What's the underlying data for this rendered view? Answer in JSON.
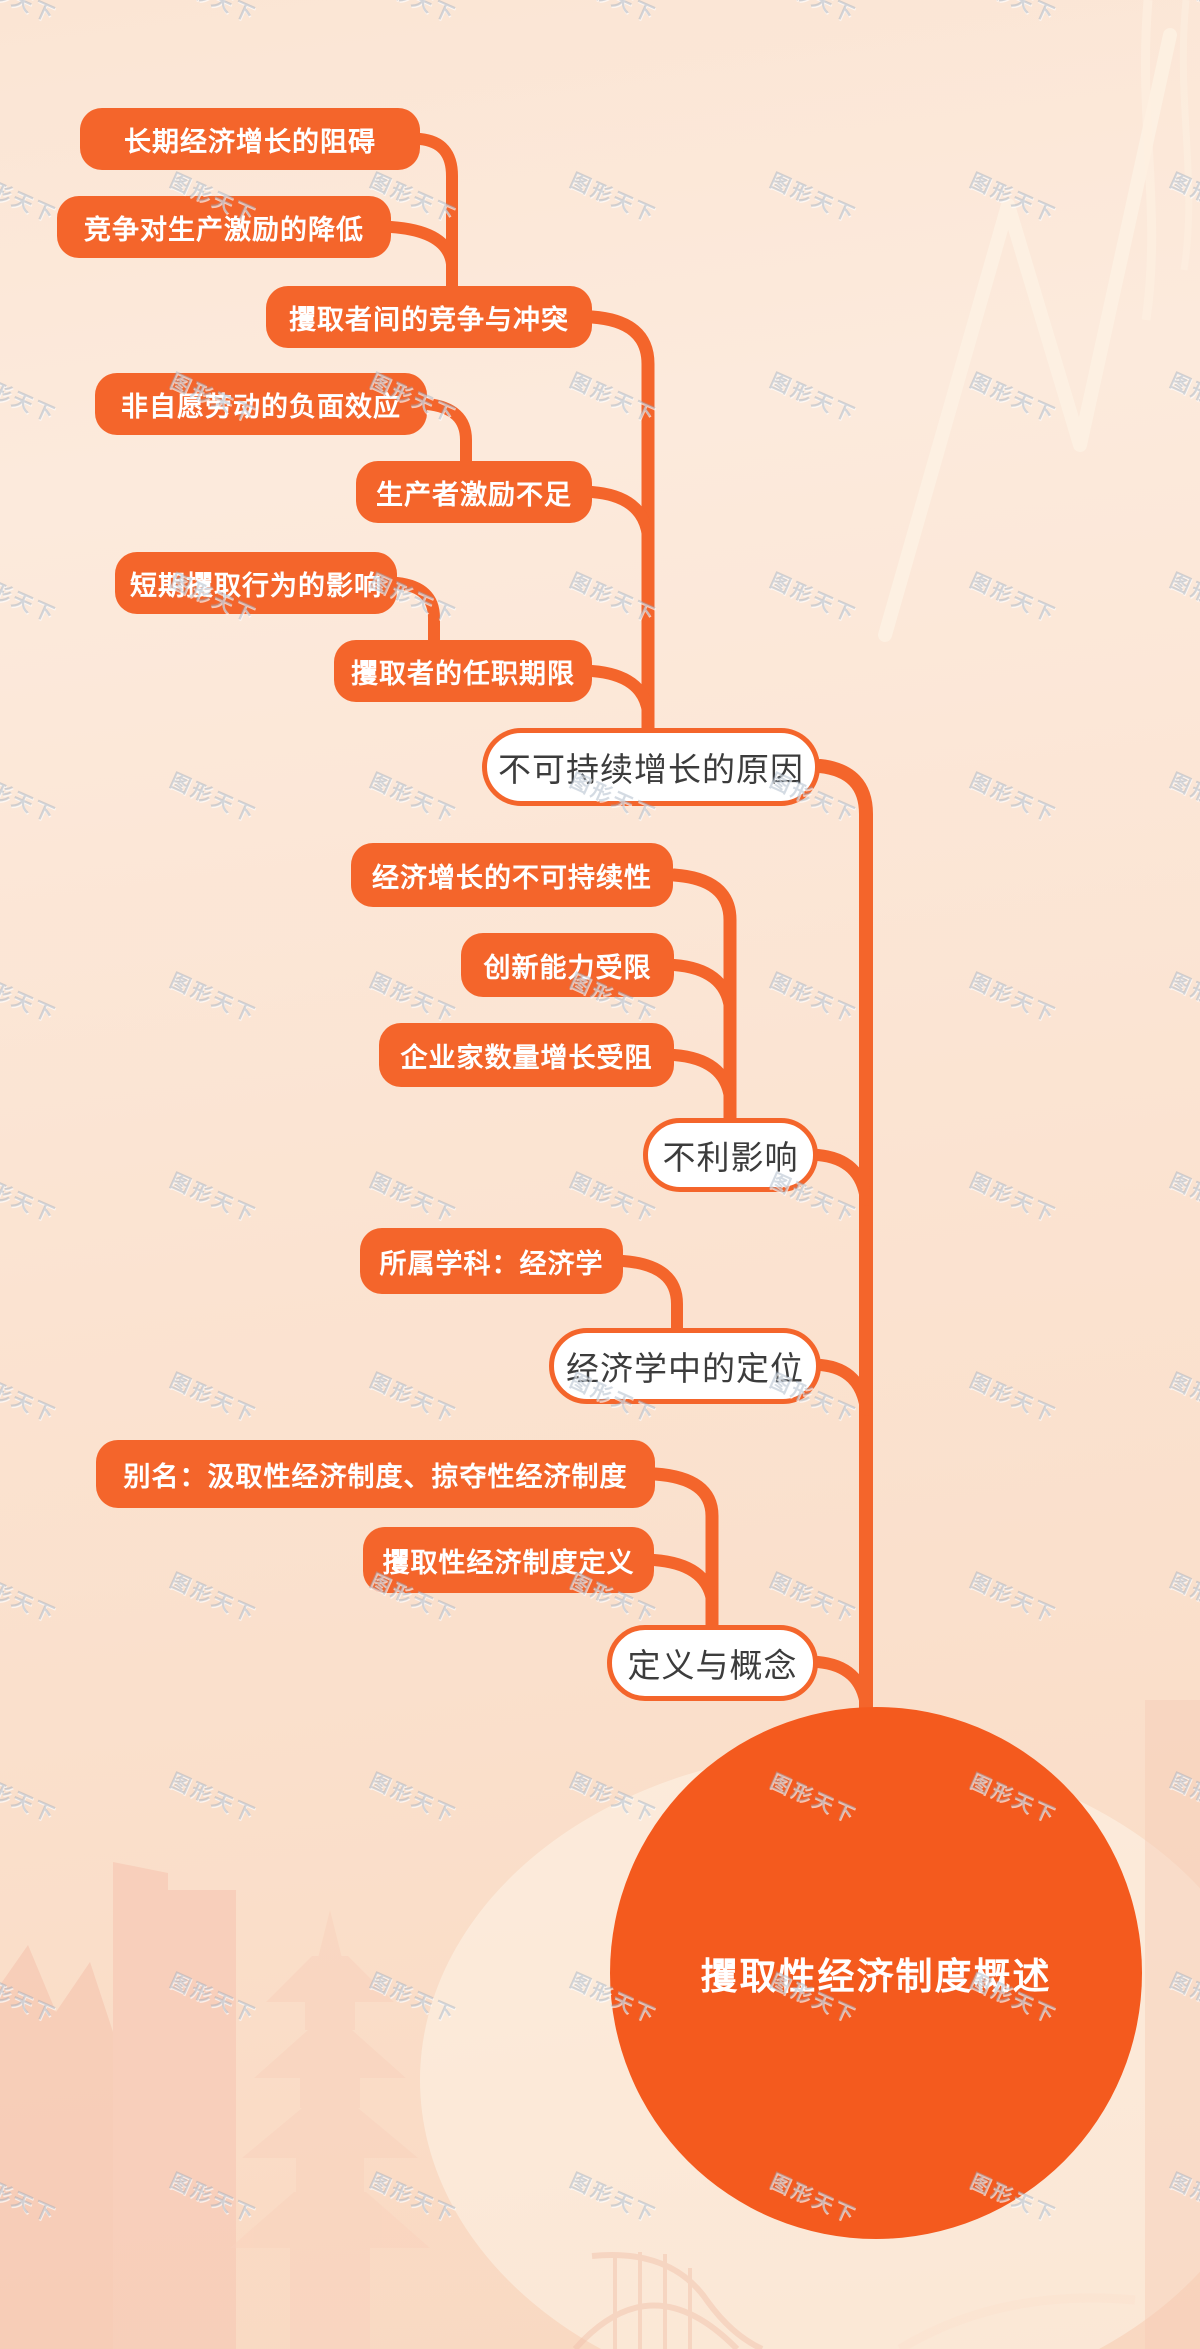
{
  "watermark": {
    "text": "图形天下"
  },
  "colors": {
    "accent": "#F4652B",
    "root_fill": "#F45A1E",
    "pill_text": "#3C3C3C",
    "background_top": "#FCEADC",
    "background_bottom": "#F9D8C1",
    "watermark": "#94A4BA"
  },
  "mindmap": {
    "root": {
      "label": "攫取性经济制度概述"
    },
    "branches": [
      {
        "label": "不可持续增长的原因",
        "children": [
          {
            "label": "攫取者间的竞争与冲突",
            "children": [
              {
                "label": "长期经济增长的阻碍"
              },
              {
                "label": "竞争对生产激励的降低"
              }
            ]
          },
          {
            "label": "生产者激励不足",
            "children": [
              {
                "label": "非自愿劳动的负面效应"
              }
            ]
          },
          {
            "label": "攫取者的任职期限",
            "children": [
              {
                "label": "短期攫取行为的影响"
              }
            ]
          }
        ]
      },
      {
        "label": "不利影响",
        "children": [
          {
            "label": "经济增长的不可持续性"
          },
          {
            "label": "创新能力受限"
          },
          {
            "label": "企业家数量增长受阻"
          }
        ]
      },
      {
        "label": "经济学中的定位",
        "children": [
          {
            "label": "所属学科：经济学"
          }
        ]
      },
      {
        "label": "定义与概念",
        "children": [
          {
            "label": "别名：汲取性经济制度、掠夺性经济制度"
          },
          {
            "label": "攫取性经济制度定义"
          }
        ]
      }
    ]
  }
}
